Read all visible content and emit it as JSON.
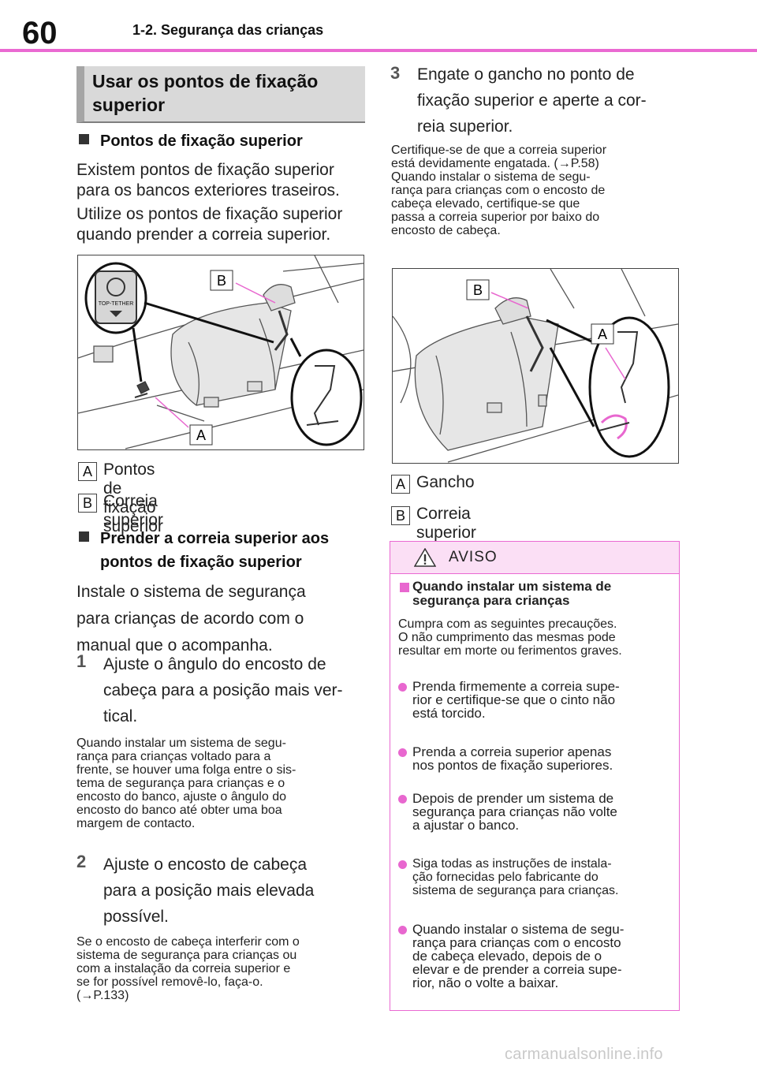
{
  "header": {
    "page_number": "60",
    "section": "1-2. Segurança das crianças",
    "accent_color": "#ea69d2"
  },
  "left": {
    "heading": [
      "Usar os pontos de fixação",
      "superior"
    ],
    "sub1": "Pontos de fixação superior",
    "p1": [
      "Existem pontos de fixação superior",
      "para os bancos exteriores traseiros."
    ],
    "p2": [
      "Utilize os pontos de fixação superior",
      "quando prender a correia superior."
    ],
    "figure1": {
      "callouts": [
        "A",
        "B"
      ],
      "icon_label": "TOP-TETHER"
    },
    "legend": [
      {
        "key": "A",
        "text": "Pontos de fixação superior"
      },
      {
        "key": "B",
        "text": "Correia superior"
      }
    ],
    "sub2": [
      "Prender a correia superior aos",
      "pontos de fixação superior"
    ],
    "intro": [
      "Instale o sistema de segurança",
      "para crianças de acordo com o",
      "manual que o acompanha."
    ],
    "step1": {
      "num": "1",
      "lines": [
        "Ajuste o ângulo do encosto de",
        "cabeça para a posição mais ver-",
        "tical."
      ],
      "note": [
        "Quando instalar um sistema de segu-",
        "rança para crianças voltado para a",
        "frente, se houver uma folga entre o sis-",
        "tema de segurança para crianças e o",
        "encosto do banco, ajuste o ângulo do",
        "encosto do banco até obter uma boa",
        "margem de contacto."
      ]
    },
    "step2": {
      "num": "2",
      "lines": [
        "Ajuste o encosto de cabeça",
        "para a posição mais elevada",
        "possível."
      ],
      "note": [
        "Se o encosto de cabeça interferir com o",
        "sistema de segurança para crianças ou",
        "com a instalação da correia superior e",
        "se for possível removê-lo, faça-o.",
        "(→P.133)"
      ]
    }
  },
  "right": {
    "step3": {
      "num": "3",
      "lines": [
        "Engate o gancho no ponto de",
        "fixação superior e aperte a cor-",
        "reia superior."
      ],
      "note": [
        "Certifique-se de que a correia superior",
        "está devidamente engatada.  (→P.58)",
        "Quando instalar o sistema de segu-",
        "rança para crianças com o encosto de",
        "cabeça elevado, certifique-se que",
        "passa a correia superior por baixo do",
        "encosto de cabeça."
      ]
    },
    "figure2": {
      "callouts": [
        "B",
        "A"
      ]
    },
    "legend": [
      {
        "key": "A",
        "text": "Gancho"
      },
      {
        "key": "B",
        "text": "Correia superior"
      }
    ],
    "warning": {
      "title": "AVISO",
      "sub": [
        "Quando instalar um sistema de",
        "segurança para crianças"
      ],
      "intro": [
        "Cumpra com as seguintes precauções.",
        "O não cumprimento das mesmas pode",
        "resultar em morte ou ferimentos graves."
      ],
      "bullets": [
        [
          "Prenda firmemente a correia supe-",
          "rior e certifique-se que o cinto não",
          "está torcido."
        ],
        [
          "Prenda a correia superior apenas",
          "nos pontos de fixação superiores."
        ],
        [
          "Depois de prender um sistema de",
          "segurança para crianças não volte",
          "a ajustar o banco."
        ],
        [
          "Siga todas as instruções de instala-",
          "ção fornecidas pelo fabricante do",
          "sistema de segurança para crianças."
        ],
        [
          "Quando instalar o sistema de segu-",
          "rança para crianças com o encosto",
          "de cabeça elevado, depois de o",
          "elevar e de prender a correia supe-",
          "rior, não o volte a baixar."
        ]
      ]
    }
  },
  "watermark": "carmanualsonline.info"
}
